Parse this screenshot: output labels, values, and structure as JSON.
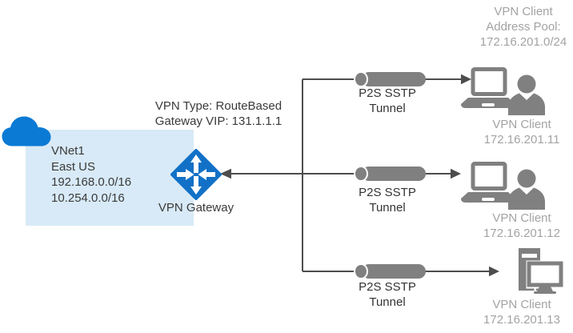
{
  "title": "Azure point-to-site VPN diagram",
  "colors": {
    "cloud_blue": "#0B7AD4",
    "gateway_blue": "#1271C6",
    "vnet_box_fill": "#D8EAF7",
    "icon_gray": "#808080",
    "line_gray": "#4D4D4D",
    "muted_label_gray": "#A3A3A3",
    "dark_text": "#3A3A3A"
  },
  "vnet": {
    "name": "VNet1",
    "region": "East US",
    "address_spaces": [
      "192.168.0.0/16",
      "10.254.0.0/16"
    ]
  },
  "gateway": {
    "label": "VPN Gateway",
    "vpn_type_line": "VPN Type: RouteBased",
    "vip_line": "Gateway VIP: 131.1.1.1"
  },
  "address_pool": {
    "line1": "VPN Client",
    "line2": "Address Pool:",
    "line3": "172.16.201.0/24"
  },
  "tunnels": [
    {
      "line1": "P2S SSTP",
      "line2": "Tunnel"
    },
    {
      "line1": "P2S SSTP",
      "line2": "Tunnel"
    },
    {
      "line1": "P2S SSTP",
      "line2": "Tunnel"
    }
  ],
  "clients": [
    {
      "label": "VPN Client",
      "ip": "172.16.201.11",
      "device": "laptop-with-user"
    },
    {
      "label": "VPN Client",
      "ip": "172.16.201.12",
      "device": "laptop-with-user"
    },
    {
      "label": "VPN Client",
      "ip": "172.16.201.13",
      "device": "desktop-computer"
    }
  ]
}
